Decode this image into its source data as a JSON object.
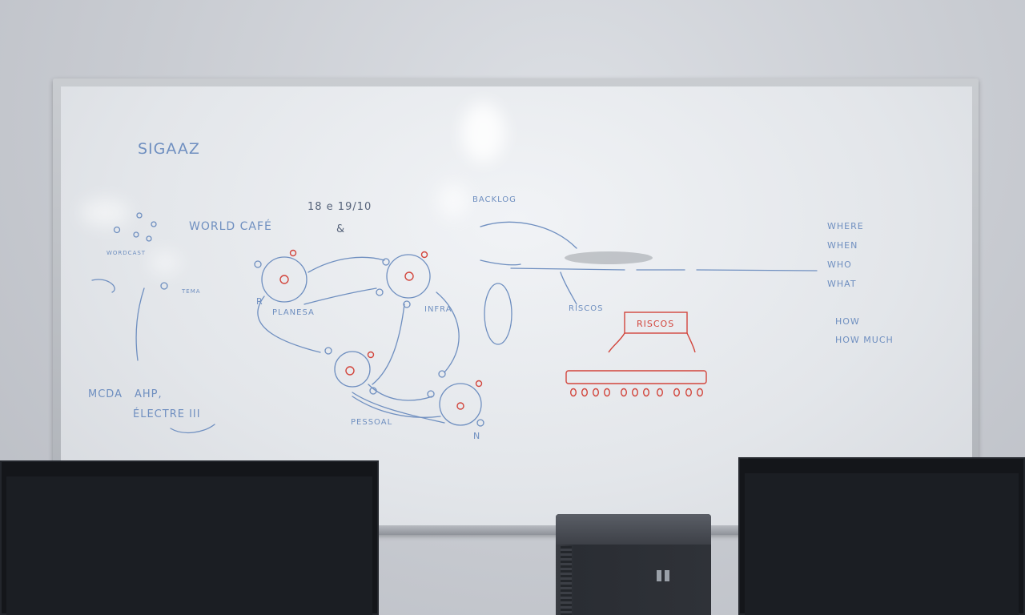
{
  "board": {
    "title": "SIGAAZ",
    "world_cafe": "WORLD CAFÉ",
    "date": "18 e 19/10",
    "ampersand": "&",
    "small_label_left": "WORDCAST",
    "small_label_mid": "TEMA",
    "mcda": "MCDA",
    "ahp": "AHP,",
    "electre": "ÉLECTRE III",
    "planesa": "PLANESA",
    "infra": "INFRA",
    "pessoal": "PESSOAL",
    "letter_r": "R",
    "letter_n": "N",
    "backlog": "BACKLOG",
    "riscos_lower": "RISCOS",
    "riscos_box": "RISCOS",
    "right_list": [
      "WHERE",
      "WHEN",
      "WHO",
      "WHAT",
      "",
      "HOW",
      "HOW MUCH"
    ]
  },
  "colors": {
    "blue_ink": "#5f7fb5",
    "red_ink": "#d2453c",
    "board": "#e9ecf0"
  }
}
